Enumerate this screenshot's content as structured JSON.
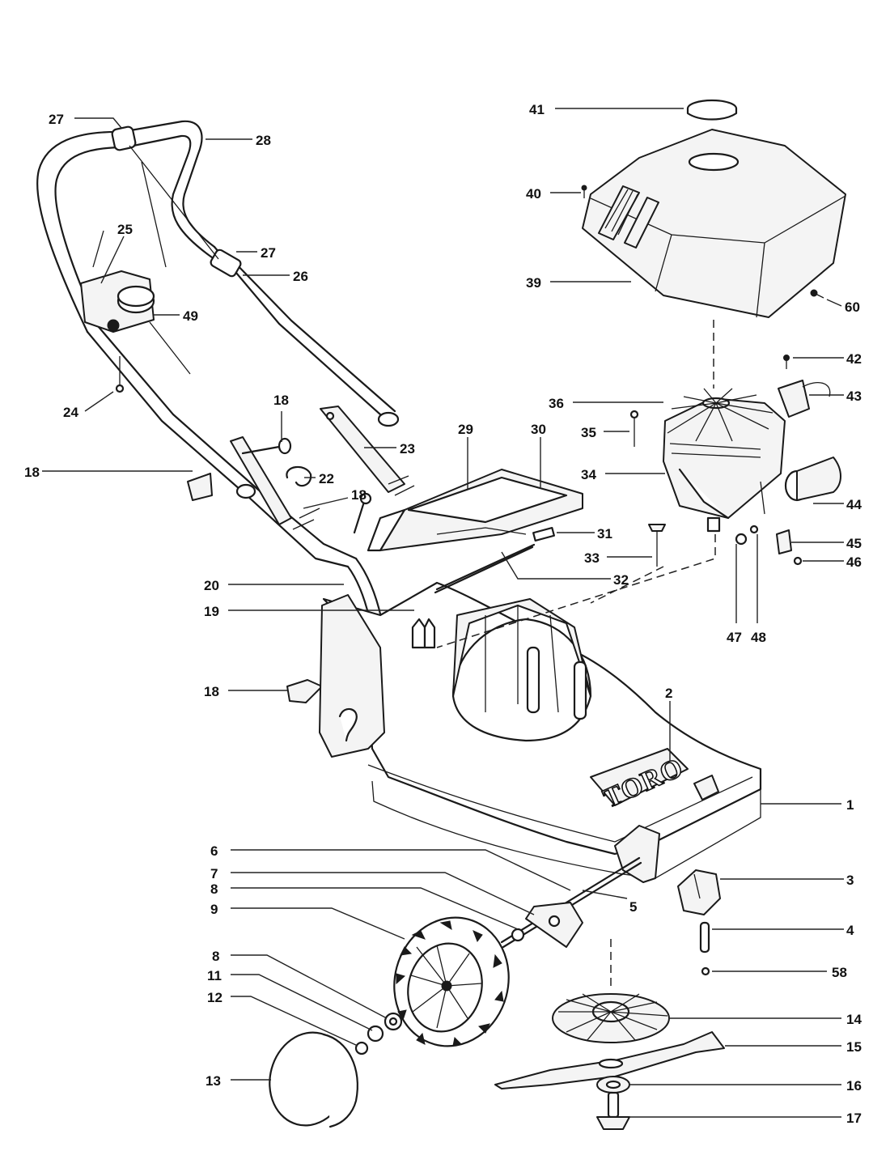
{
  "brand": "TORO",
  "callouts": [
    "27",
    "28",
    "25",
    "49",
    "27",
    "26",
    "24",
    "18",
    "18",
    "22",
    "23",
    "18",
    "29",
    "30",
    "31",
    "32",
    "33",
    "20",
    "19",
    "18",
    "41",
    "40",
    "39",
    "60",
    "42",
    "36",
    "43",
    "35",
    "34",
    "44",
    "45",
    "46",
    "47",
    "48",
    "2",
    "1",
    "6",
    "7",
    "8",
    "9",
    "5",
    "3",
    "4",
    "58",
    "8",
    "11",
    "12",
    "13",
    "14",
    "15",
    "16",
    "17"
  ]
}
